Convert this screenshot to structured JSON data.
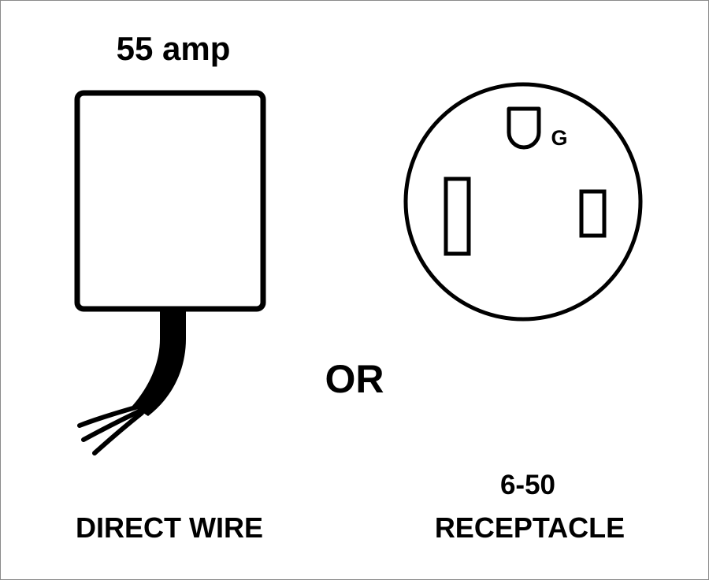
{
  "direct_wire": {
    "rating": "55 amp",
    "caption": "DIRECT WIRE"
  },
  "separator": "OR",
  "receptacle": {
    "type_code": "6-50",
    "caption": "RECEPTACLE",
    "ground_label": "G"
  },
  "colors": {
    "ink": "#000000",
    "background": "#ffffff",
    "frame": "#8a8a8a"
  }
}
